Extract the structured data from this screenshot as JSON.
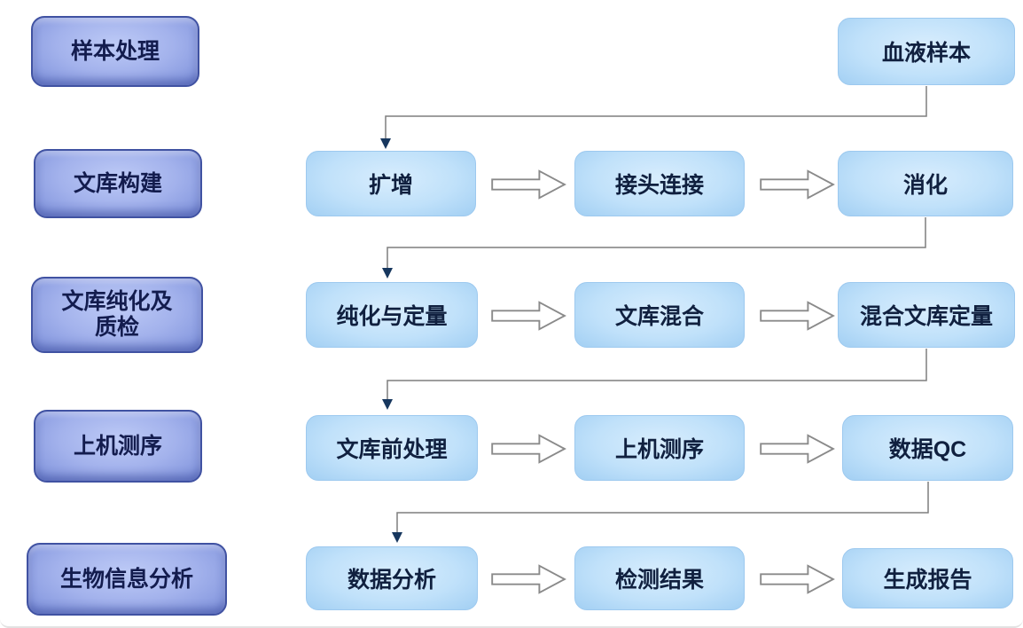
{
  "diagram_title": "",
  "colors": {
    "stage_box_fill": "#a3b2ec",
    "stage_box_border": "#4052a2",
    "flow_box_fill": "#c0e1fa",
    "flow_box_edge": "#9dc9ef",
    "label_text": "#131c4e",
    "connector_line": "#7f7f7f",
    "connector_arrowhead": "#17375e",
    "flow_arrow_fill": "#ffffff",
    "flow_arrow_outline": "#8a8a8a",
    "background": "#ffffff"
  },
  "stages": [
    {
      "label": "样本处理"
    },
    {
      "label": "文库构建"
    },
    {
      "label": "文库纯化及\n质检"
    },
    {
      "label": "上机测序"
    },
    {
      "label": "生物信息分析"
    }
  ],
  "flow_rows": [
    {
      "steps": [
        {
          "label": "血液样本"
        }
      ]
    },
    {
      "steps": [
        {
          "label": "扩增"
        },
        {
          "label": "接头连接"
        },
        {
          "label": "消化"
        }
      ]
    },
    {
      "steps": [
        {
          "label": "纯化与定量"
        },
        {
          "label": "文库混合"
        },
        {
          "label": "混合文库定量"
        }
      ]
    },
    {
      "steps": [
        {
          "label": "文库前处理"
        },
        {
          "label": "上机测序"
        },
        {
          "label": "数据QC"
        }
      ]
    },
    {
      "steps": [
        {
          "label": "数据分析"
        },
        {
          "label": "检测结果"
        },
        {
          "label": "生成报告"
        }
      ]
    }
  ]
}
